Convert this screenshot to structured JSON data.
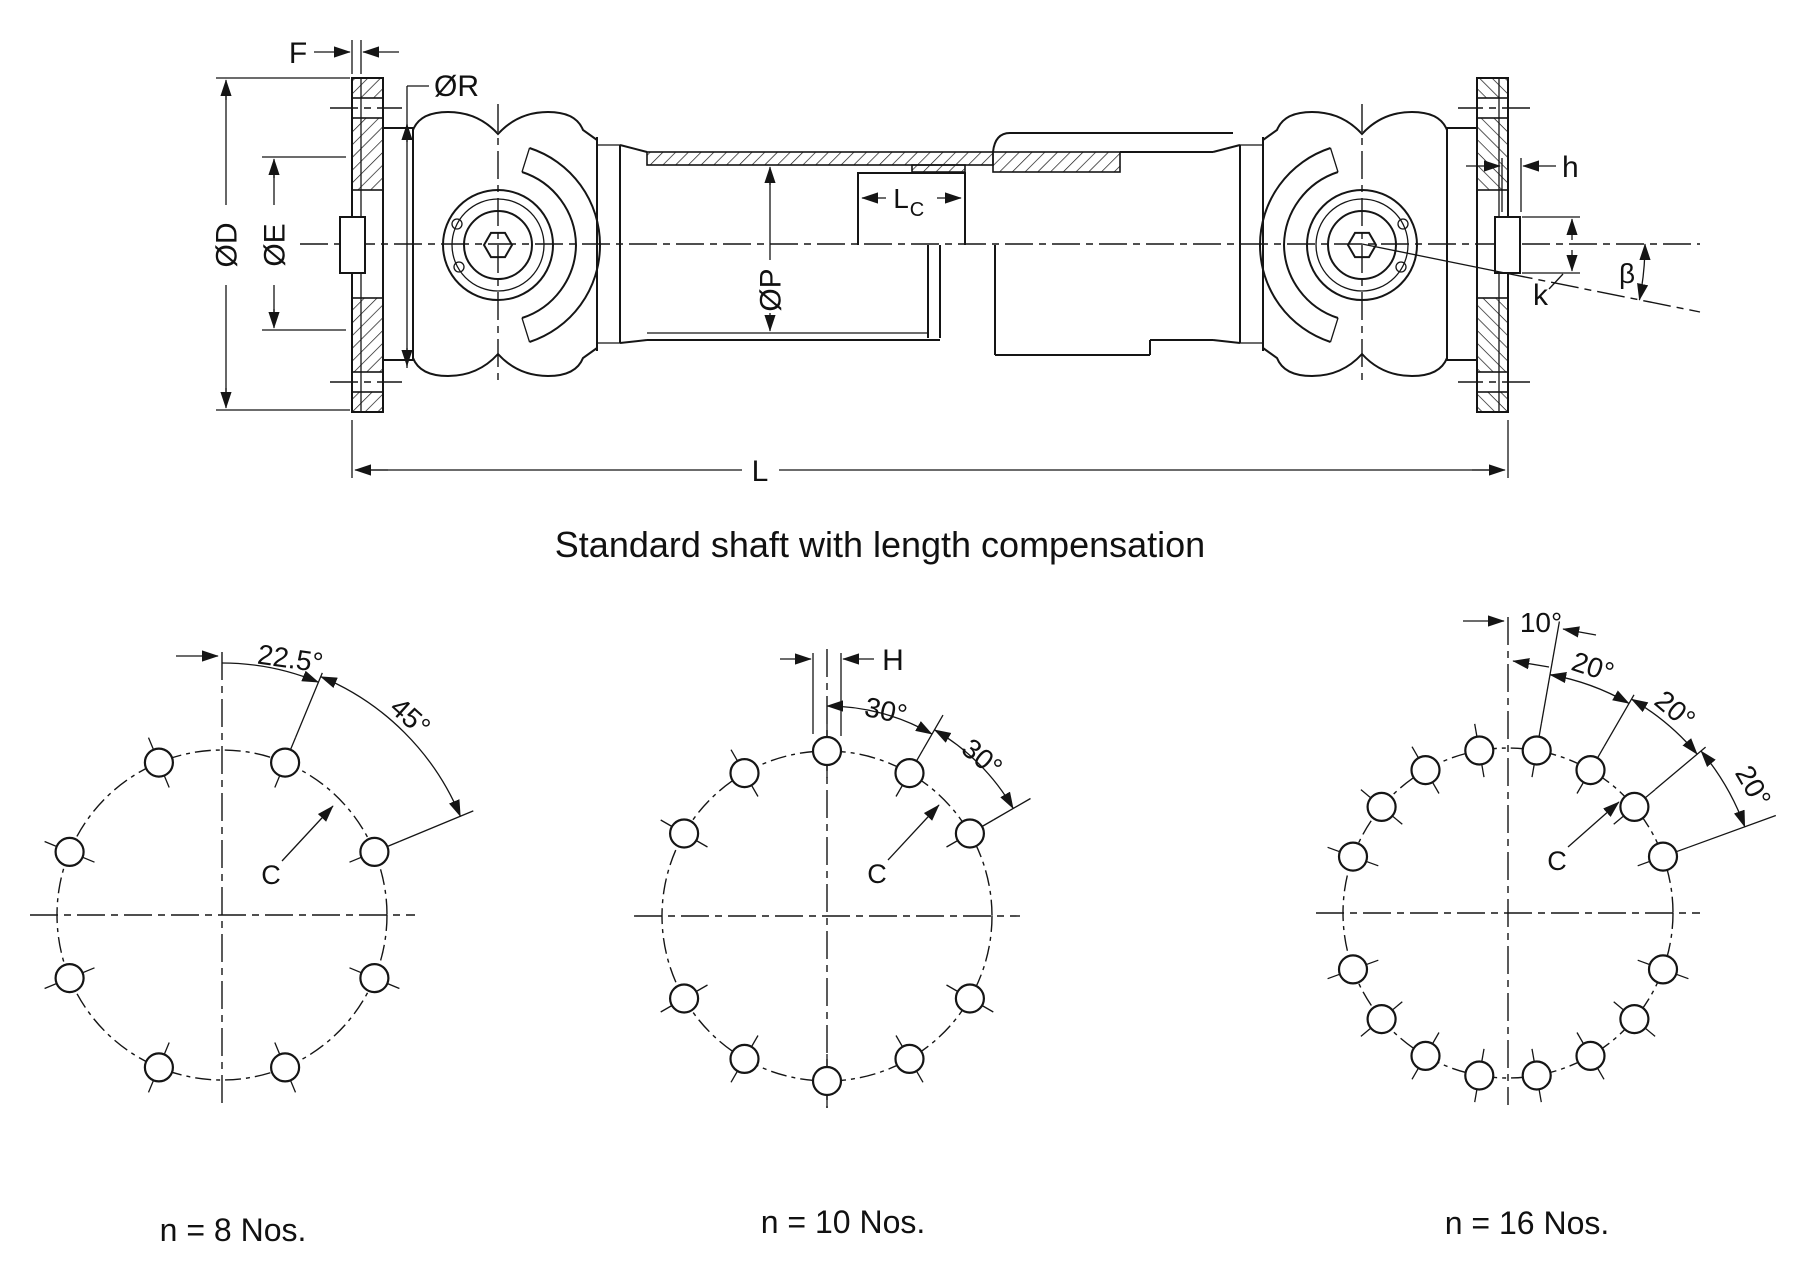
{
  "title": "Standard shaft with length compensation",
  "dimensions": {
    "F": "F",
    "R": "ØR",
    "D": "ØD",
    "E": "ØE",
    "P": "ØP",
    "Lc_main": "L",
    "Lc_sub": "C",
    "L": "L",
    "h": "h",
    "k": "k",
    "beta": "β"
  },
  "line_color": "#151515",
  "bolt_circles": [
    {
      "caption": "n = 8 Nos.",
      "hole_count": 8,
      "hole_angles_deg": [
        -157.5,
        -112.5,
        -67.5,
        -22.5,
        22.5,
        67.5,
        112.5,
        157.5
      ],
      "angle_labels": [
        "22.5°",
        "45°"
      ],
      "bolt_circle_ref": "C"
    },
    {
      "caption": "n = 10 Nos.",
      "hole_count": 10,
      "hole_angles_deg": [
        0,
        30,
        60,
        120,
        150,
        180,
        -150,
        -120,
        -60,
        -30
      ],
      "angle_labels": [
        "30°",
        "30°"
      ],
      "hole_dia_label": "H",
      "bolt_circle_ref": "C"
    },
    {
      "caption": "n = 16 Nos.",
      "hole_count": 16,
      "hole_angles_deg": [
        10,
        30,
        50,
        70,
        110,
        130,
        150,
        170,
        -10,
        -30,
        -50,
        -70,
        -110,
        -130,
        -150,
        -170
      ],
      "angle_labels": [
        "10°",
        "20°",
        "20°",
        "20°"
      ],
      "bolt_circle_ref": "C"
    }
  ]
}
